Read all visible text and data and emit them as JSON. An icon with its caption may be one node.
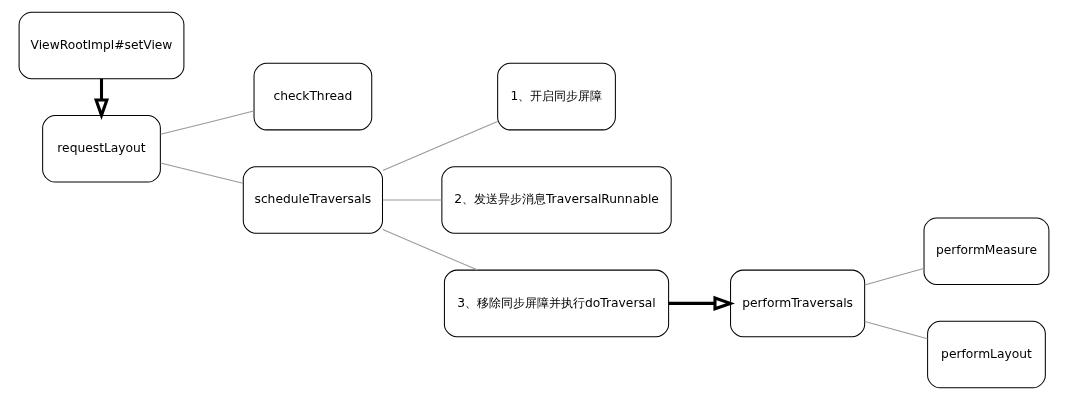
{
  "diagram": {
    "nodes": [
      {
        "text": [
          "ViewRootImpl#setView"
        ]
      },
      {
        "text": [
          "requestLayout"
        ]
      },
      {
        "text": [
          "checkThread"
        ]
      },
      {
        "text": [
          "scheduleTraversals"
        ]
      },
      {
        "text": [
          "1、开启同步屏障"
        ]
      },
      {
        "text": [
          "2、发送异步消息TraversalRunnable"
        ]
      },
      {
        "text": [
          "3、移除同步屏障并执行doTraversal"
        ]
      },
      {
        "text": [
          "performTraversals"
        ]
      },
      {
        "text": [
          "performMeasure"
        ]
      },
      {
        "text": [
          "performLayout"
        ]
      }
    ],
    "edges": [
      {
        "from": 0,
        "to": 1,
        "arrow": "to",
        "style": "thick",
        "color": "#000000"
      },
      {
        "from": 1,
        "to": 2,
        "arrow": "none",
        "color": "#999999"
      },
      {
        "from": 1,
        "to": 3,
        "arrow": "none",
        "color": "#999999"
      },
      {
        "from": 3,
        "to": 4,
        "arrow": "none",
        "color": "#999999"
      },
      {
        "from": 3,
        "to": 5,
        "arrow": "none",
        "color": "#999999"
      },
      {
        "from": 3,
        "to": 6,
        "arrow": "none",
        "color": "#999999"
      },
      {
        "from": 6,
        "to": 7,
        "arrow": "to",
        "style": "thick",
        "color": "#000000"
      },
      {
        "from": 7,
        "to": 8,
        "arrow": "none",
        "color": "#999999"
      },
      {
        "from": 7,
        "to": 9,
        "arrow": "none",
        "color": "#999999"
      }
    ]
  }
}
